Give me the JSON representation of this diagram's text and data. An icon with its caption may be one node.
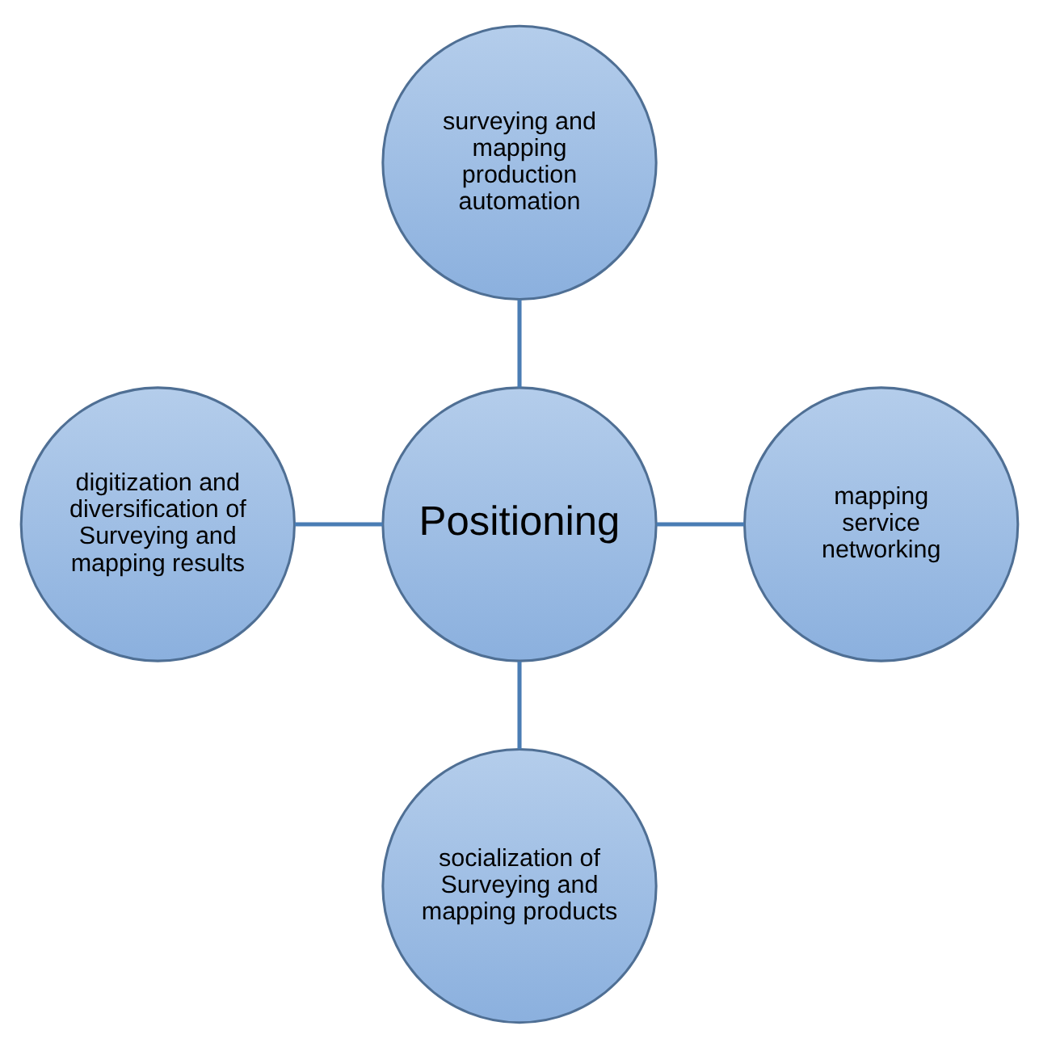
{
  "diagram": {
    "nodes": [
      {
        "text": [
          "surveying and mapping production automation"
        ]
      },
      {
        "text": [
          "digitization and diversification of Surveying and mapping results"
        ]
      },
      {
        "text": [
          "Positioning"
        ]
      },
      {
        "text": [
          "mapping service networking"
        ]
      },
      {
        "text": [
          "socialization of Surveying and mapping products"
        ]
      }
    ],
    "edges": [
      {
        "from": 0,
        "to": 2,
        "arrow": "none"
      },
      {
        "from": 1,
        "to": 2,
        "arrow": "none"
      },
      {
        "from": 2,
        "to": 3,
        "arrow": "none"
      },
      {
        "from": 2,
        "to": 4,
        "arrow": "none"
      }
    ]
  }
}
